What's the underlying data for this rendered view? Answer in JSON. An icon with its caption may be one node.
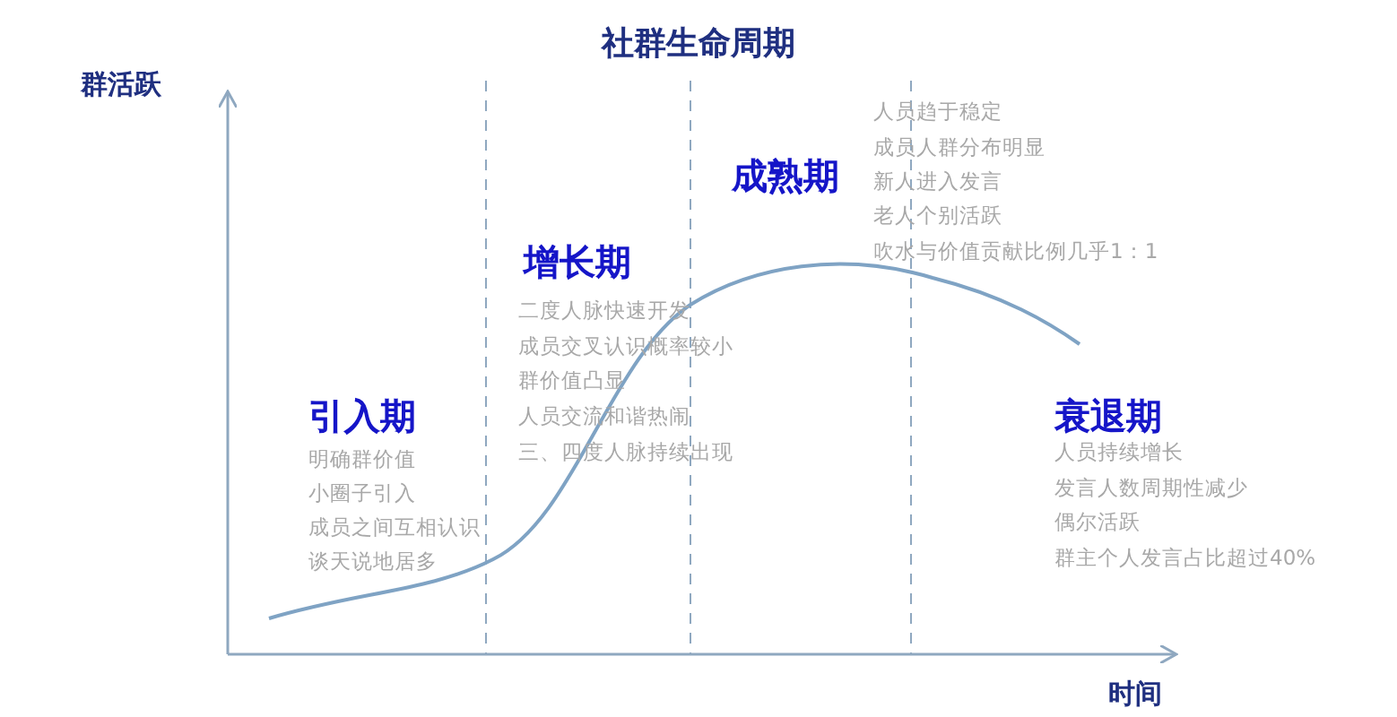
{
  "diagram": {
    "title": "社群生命周期",
    "labels": [
      "群活跃",
      "引入期",
      "明确群价值",
      "小圈子引入",
      "成员之间互相认识",
      "谈天说地居多",
      "增长期",
      "二度人脉快速开发",
      "成员交叉认识概率较小",
      "群价值凸显",
      "人员交流和谐热闹",
      "三、四度人脉持续出现",
      "成熟期",
      "人员趋于稳定",
      "成员人群分布明显",
      "新人进入发言",
      "老人个别活跃",
      "吹水与价值贡献比例几乎1：1",
      "衰退期",
      "人员持续增长",
      "发言人数周期性减少",
      "偶尔活跃",
      "群主个人发言占比超过40%",
      "时间"
    ]
  }
}
